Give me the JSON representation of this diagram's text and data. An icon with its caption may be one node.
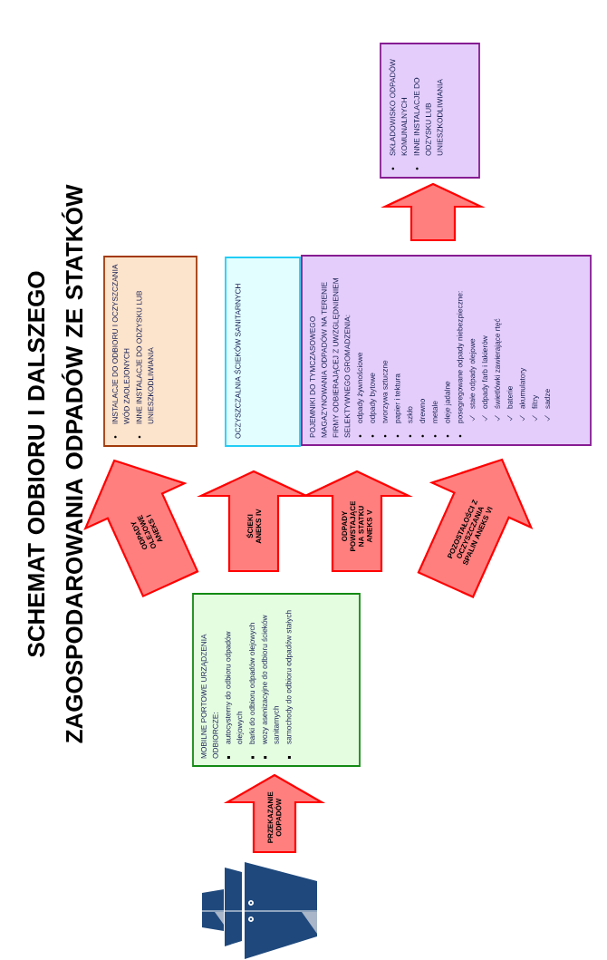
{
  "diagram": {
    "title": "SCHEMAT ODBIORU I DALSZEGO ZAGOSPODAROWANIA ODPADÓW ZE STATKÓW",
    "nodes": [
      {
        "text": [],
        "shape": "picture"
      },
      {
        "text": [
          "MOBILNE PORTOWE URZĄDZENIA ODBIORCZE:",
          "autocysterny do odbioru odpadów olejowych",
          "barki do odbioru odpadów olejowych",
          "wozy asenizacyjne do odbioru ścieków sanitarnych",
          "samochody do odbioru odpadów stałych"
        ]
      },
      {
        "text": [
          "INSTALACJE DO ODBIORU I OCZYSZCZANIA WÓD ZAOLEJONYCH",
          "INNE INSTALACJE DO ODZYSKU LUB UNIESZKODLIWIANIA"
        ]
      },
      {
        "text": [
          "OCZYSZCZALNIA ŚCIEKÓW SANITARNYCH"
        ]
      },
      {
        "text": [
          "POJEMNIKI DO TYMCZASOWEGO MAGAZYNOWANIA ODPADÓW NA TERENIE FIRMY ODBIERAJĄCEJ Z UWZGLĘDNIENIEM SELEKTYWNEGO GROMADZENIA:",
          "odpady żywnościowe",
          "odpady bytowe",
          "tworzywa sztuczne",
          "papier i tektura",
          "szkło",
          "drewno",
          "metale",
          "oleje jadalne",
          "posegregowane odpady niebezpieczne:",
          "stałe odpady olejowe",
          "odpady farb i lakierów",
          "świetlówki zawierające rtęć",
          "baterie",
          "akumulatory",
          "filtry",
          "sadze"
        ]
      },
      {
        "text": [
          "SKŁADOWISKO ODPADÓW KOMUNALNYCH",
          "INNE INSTALACJE DO ODZYSKU LUB UNIESZKODLIWIANIA"
        ]
      }
    ],
    "edges": [
      {
        "from": 0,
        "to": 1,
        "arrow": "to",
        "label": "PRZEKAZANIE ODPADÓW"
      },
      {
        "from": 1,
        "to": 2,
        "arrow": "to",
        "label": "ODPADY OLEJOWE ANEKS I"
      },
      {
        "from": 1,
        "to": 3,
        "arrow": "to",
        "label": "ŚCIEKI ANEKS IV"
      },
      {
        "from": 1,
        "to": 4,
        "arrow": "to",
        "label": "ODPADY POWSTAJĄCE NA STATKU ANEKS V"
      },
      {
        "from": null,
        "to": 4,
        "arrow": "to",
        "label": "POZOSTAŁOŚCI Z OCZYSZCZANIA SPALIN ANEKS VI"
      },
      {
        "from": 4,
        "to": 5,
        "arrow": "to"
      }
    ]
  }
}
